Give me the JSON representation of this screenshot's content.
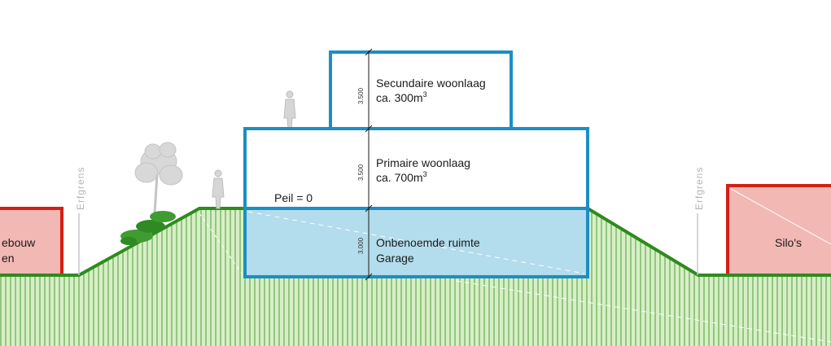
{
  "levels": {
    "secondary": {
      "name": "Secundaire woonlaag",
      "volume_prefix": "ca. 300m",
      "volume_sup": "3",
      "height": "3.500"
    },
    "primary": {
      "name": "Primaire woonlaag",
      "volume_prefix": "ca. 700m",
      "volume_sup": "3",
      "height": "3.500"
    },
    "basement": {
      "name": "Onbenoemde ruimte",
      "sub": "Garage",
      "height": "3.000"
    }
  },
  "peil_label": "Peil = 0",
  "erfgrens": "Erfgrens",
  "left_building": {
    "line1": "ebouw",
    "line2": "en"
  },
  "right_building": {
    "label": "Silo's"
  },
  "colors": {
    "frame_blue": "#1a8fc4",
    "basement_fill": "#b3dcec",
    "ground_green": "#2e8b1e",
    "ground_fill": "#d7efc6",
    "building_red": "#d42014",
    "building_fill": "#f2b8b4"
  }
}
